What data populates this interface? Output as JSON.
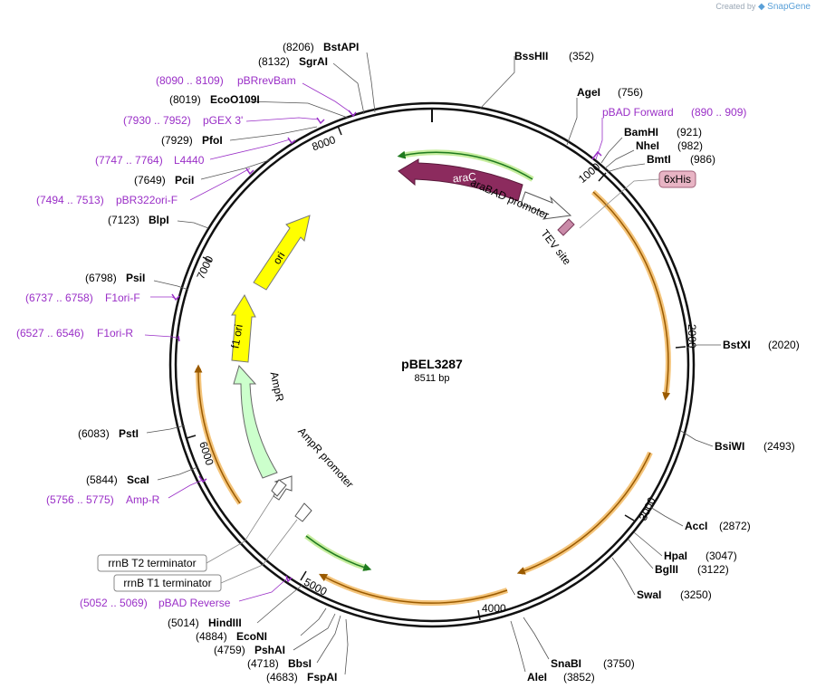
{
  "header": {
    "credit_prefix": "Created by",
    "credit_brand": "SnapGene"
  },
  "plasmid": {
    "name": "pBEL3287",
    "length": "8511 bp"
  },
  "ticks": [
    "1000",
    "2000",
    "3000",
    "4000",
    "5000",
    "6000",
    "7000",
    "8000"
  ],
  "enzymes_right": [
    {
      "name": "BssHII",
      "pos": "(352)"
    },
    {
      "name": "AgeI",
      "pos": "(756)"
    },
    {
      "name": "BamHI",
      "pos": "(921)"
    },
    {
      "name": "NheI",
      "pos": "(982)"
    },
    {
      "name": "BmtI",
      "pos": "(986)"
    },
    {
      "name": "BstXI",
      "pos": "(2020)"
    },
    {
      "name": "BsiWI",
      "pos": "(2493)"
    },
    {
      "name": "AccI",
      "pos": "(2872)"
    },
    {
      "name": "HpaI",
      "pos": "(3047)"
    },
    {
      "name": "BglII",
      "pos": "(3122)"
    },
    {
      "name": "SwaI",
      "pos": "(3250)"
    },
    {
      "name": "SnaBI",
      "pos": "(3750)"
    },
    {
      "name": "AleI",
      "pos": "(3852)"
    }
  ],
  "enzymes_left": [
    {
      "name": "BstAPI",
      "pos": "(8206)"
    },
    {
      "name": "SgrAI",
      "pos": "(8132)"
    },
    {
      "name": "EcoO109I",
      "pos": "(8019)"
    },
    {
      "name": "PfoI",
      "pos": "(7929)"
    },
    {
      "name": "PciI",
      "pos": "(7649)"
    },
    {
      "name": "BlpI",
      "pos": "(7123)"
    },
    {
      "name": "PsiI",
      "pos": "(6798)"
    },
    {
      "name": "PstI",
      "pos": "(6083)"
    },
    {
      "name": "ScaI",
      "pos": "(5844)"
    },
    {
      "name": "HindIII",
      "pos": "(5014)"
    },
    {
      "name": "EcoNI",
      "pos": "(4884)"
    },
    {
      "name": "PshAI",
      "pos": "(4759)"
    },
    {
      "name": "BbsI",
      "pos": "(4718)"
    },
    {
      "name": "FspAI",
      "pos": "(4683)"
    }
  ],
  "primers": [
    {
      "name": "pBAD Forward",
      "pos": "(890 .. 909)"
    },
    {
      "name": "pBRrevBam",
      "pos": "(8090 .. 8109)"
    },
    {
      "name": "pGEX 3'",
      "pos": "(7930 .. 7952)"
    },
    {
      "name": "L4440",
      "pos": "(7747 .. 7764)"
    },
    {
      "name": "pBR322ori-F",
      "pos": "(7494 .. 7513)"
    },
    {
      "name": "F1ori-F",
      "pos": "(6737 .. 6758)"
    },
    {
      "name": "F1ori-R",
      "pos": "(6527 .. 6546)"
    },
    {
      "name": "Amp-R",
      "pos": "(5756 .. 5775)"
    },
    {
      "name": "pBAD Reverse",
      "pos": "(5052 .. 5069)"
    }
  ],
  "features": {
    "araC": "araC",
    "araBAD": "araBAD promoter",
    "tev": "TEV site",
    "his": "6xHis",
    "ori": "ori",
    "f1ori": "f1 ori",
    "ampR": "AmpR",
    "ampRprom": "AmpR promoter",
    "rrnBT2": "rrnB T2 terminator",
    "rrnBT1": "rrnB T1 terminator"
  },
  "colors": {
    "ring": "#111111",
    "araC": "#8c2b5e",
    "araC_track": "#7fc24a",
    "ori": "#ffff00",
    "f1ori": "#ffff00",
    "ampR": "#ccffcc",
    "orf": "#f4c47a",
    "primer": "#9a2fc7",
    "tev": "#c98aa8",
    "his_badge": "#e8b4c4"
  }
}
